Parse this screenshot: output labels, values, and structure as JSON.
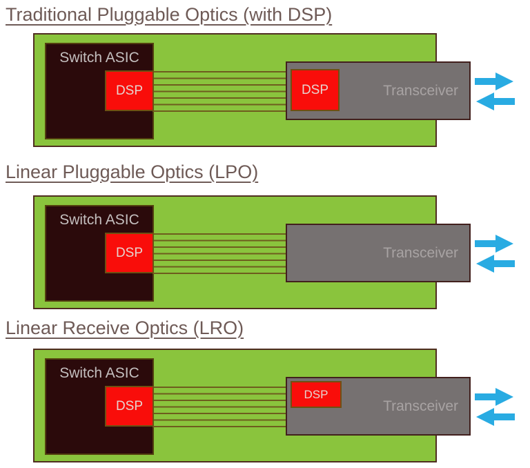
{
  "colors": {
    "background": "#FFFFFF",
    "title_text": "#6E5A56",
    "board_green": "#8AC43D",
    "board_border": "#4F2D20",
    "asic_fill": "#2B0A0B",
    "asic_text": "#C4BFBF",
    "dsp_red": "#F90D0A",
    "dsp_text": "#E6D4CF",
    "trace_olive": "#6E5C1E",
    "transceiver_gray": "#767171",
    "transceiver_text": "#A8A3A3",
    "arrow_blue": "#29ABE2"
  },
  "sections": [
    {
      "title": "Traditional Pluggable Optics (with DSP)",
      "board": {
        "asic_label": "Switch ASIC",
        "asic_dsp_label": "DSP",
        "transceiver_label": "Transceiver",
        "transceiver_dsp_label": "DSP"
      }
    },
    {
      "title": "Linear Pluggable Optics (LPO)",
      "board": {
        "asic_label": "Switch ASIC",
        "asic_dsp_label": "DSP",
        "transceiver_label": "Transceiver"
      }
    },
    {
      "title": "Linear Receive Optics (LRO)",
      "board": {
        "asic_label": "Switch ASIC",
        "asic_dsp_label": "DSP",
        "transceiver_label": "Transceiver",
        "transceiver_dsp_label": "DSP"
      }
    }
  ]
}
